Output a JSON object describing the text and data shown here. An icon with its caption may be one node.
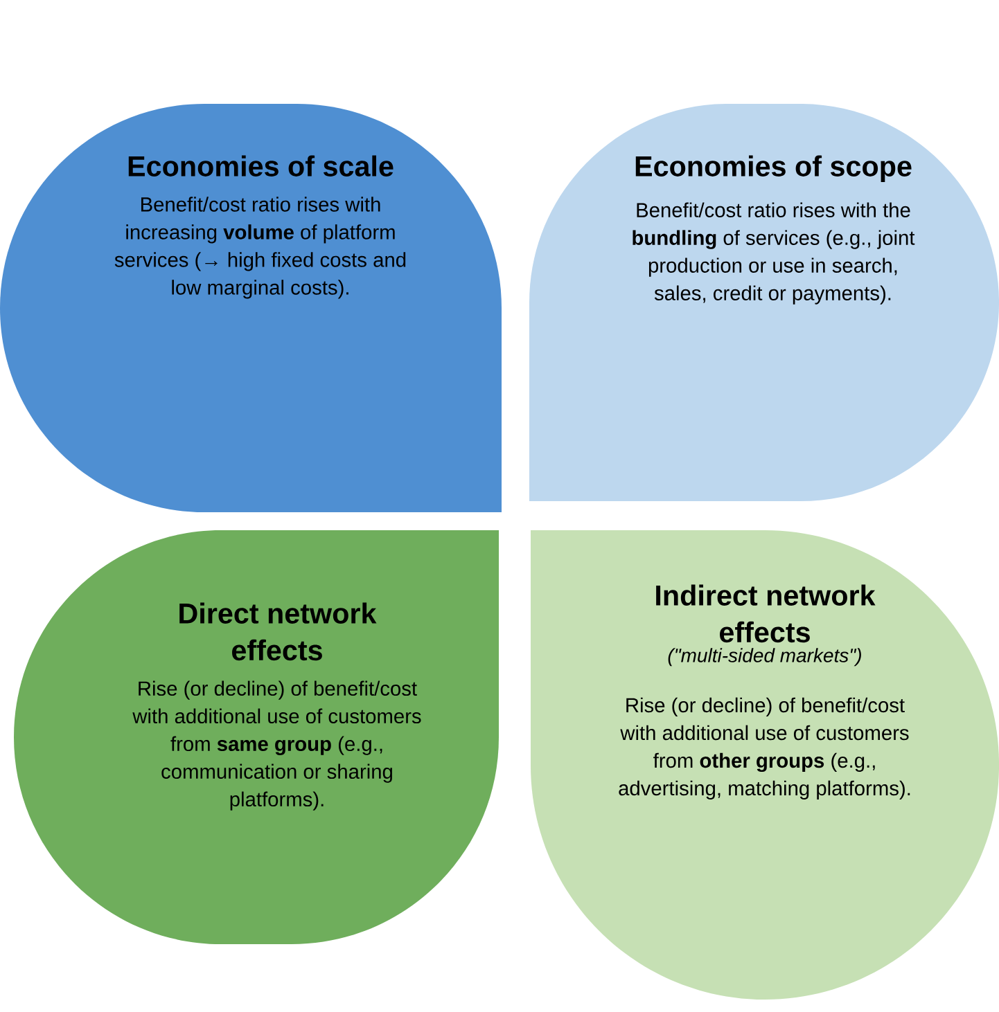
{
  "diagram": {
    "nodes": [
      {
        "text": [
          "Economies of scale",
          "Benefit/cost ratio rises with increasing **volume** of platform services (→ high fixed costs and low marginal costs)."
        ]
      },
      {
        "text": [
          "Economies of scope",
          "Benefit/cost ratio rises with the **bundling** of services (e.g., joint production or use in search, sales, credit or payments)."
        ]
      },
      {
        "text": [
          "Direct network effects",
          "Rise (or decline) of benefit/cost with additional use of customers from **same group** (e.g., communication or sharing platforms)."
        ]
      },
      {
        "text": [
          "Indirect network effects",
          "(\"multi-sided markets\")",
          "Rise (or decline) of benefit/cost with additional use of customers from **other groups** (e.g., advertising, matching platforms)."
        ]
      }
    ]
  }
}
